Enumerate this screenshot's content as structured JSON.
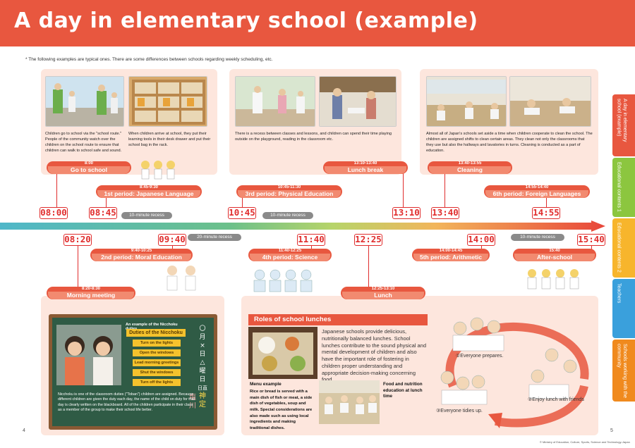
{
  "title": "A day in elementary school (example)",
  "note": "* The following examples are typical ones. There are some differences between schools regarding weekly scheduling, etc.",
  "panels": {
    "p1a": "Children go to school via the \"school route.\" People of the community watch over the children on the school route to ensure that children can walk to school safe and sound.",
    "p1b": "When children arrive at school, they put their learning tools in their desk drawer and put their school bag in the rack.",
    "p2": "There is a recess between classes and lessons, and children can spend their time playing outside on the playground, reading in the classroom etc.",
    "p3": "Almost all of Japan's schools set aside a time when children cooperate to clean the school. The children are assigned shifts to clean certain areas. They clean not only the classrooms that they use but also the hallways and lavatories in turns. Cleaning is conducted as a part of education."
  },
  "events": {
    "go_school": {
      "time": "8:00",
      "name": "Go to school"
    },
    "first": {
      "time": "8:45-9:30",
      "name": "1st period: Japanese Language"
    },
    "third": {
      "time": "10:45-11:30",
      "name": "3rd period: Physical Education"
    },
    "lunch_break": {
      "time": "13:10-13:40",
      "name": "Lunch break"
    },
    "cleaning": {
      "time": "13:40-13:55",
      "name": "Cleaning"
    },
    "sixth": {
      "time": "14:55-14:40",
      "name": "6th period: Foreign Languages"
    },
    "second": {
      "time": "9:40-10:25",
      "name": "2nd period: Moral Education"
    },
    "fourth": {
      "time": "11:40-12:25",
      "name": "4th period: Science"
    },
    "fifth": {
      "time": "14:00-14:45",
      "name": "5th period: Arithmetic"
    },
    "after": {
      "time": "15:40",
      "name": "After-school"
    },
    "morning": {
      "time": "8:20-8:30",
      "name": "Morning meeting"
    },
    "lunch": {
      "time": "12:25-13:10",
      "name": "Lunch"
    }
  },
  "clocks": {
    "c0800": "08:00",
    "c0845": "08:45",
    "c1045": "10:45",
    "c1310": "13:10",
    "c1340": "13:40",
    "c1455": "14:55",
    "c0820": "08:20",
    "c0940": "09:40",
    "c1140": "11:40",
    "c1225": "12:25",
    "c1400": "14:00",
    "c1540": "15:40"
  },
  "recess": {
    "r1": "10-minute recess",
    "r2": "10-minute recess",
    "r3": "20-minute recess",
    "r4": "10-minute recess"
  },
  "duties": {
    "caption": "An example of the Nicchoku duties",
    "title": "Duties of the Nicchoku",
    "items": [
      "Turn on the lights",
      "Open the windows",
      "Lead morning greetings",
      "Shut the windows",
      "Turn off the lights"
    ],
    "kanji": [
      "〇",
      "月",
      "×",
      "日",
      "△",
      "曜",
      "日",
      "日直",
      "塩",
      "川",
      "神",
      "定"
    ],
    "text": "Nicchoku is one of the classroom duties (\"Toban\") children are assigned. Because different children are given the duty each day, the name of the child on duty for that day is clearly written on the blackboard. All of the children participate in their class as a member of the group to make their school life better."
  },
  "lunch_box": {
    "title": "Roles of school lunches",
    "text": "Japanese schools provide delicious, nutritionally balanced lunches. School lunches contribute to the sound physical and mental development of children and also have the important role of fostering in children proper understanding and appropriate decision-making concerning food.",
    "menu_head": "Menu example",
    "menu_text": "Rice or bread is served with a main dish of fish or meat, a side dish of vegetables, soup and milk. Special considerations are also made such as using local ingredients and making traditional dishes.",
    "nutrition": "Food and nutrition education at lunch time",
    "steps": [
      "①Everyone prepares.",
      "②Enjoy lunch with friends",
      "③Everyone tidies up."
    ]
  },
  "tabs": [
    {
      "label": "A day in elementary school (example)",
      "color": "#e8573f"
    },
    {
      "label": "Educational contents 1",
      "color": "#8cc63f"
    },
    {
      "label": "Educational contents 2",
      "color": "#f7b52c"
    },
    {
      "label": "Teachers",
      "color": "#3aa0dc"
    },
    {
      "label": "Schools working with the community",
      "color": "#f08a1e"
    }
  ],
  "pages": {
    "left": "4",
    "right": "5"
  },
  "copyright": "© Ministry of Education, Culture, Sports, Science and Technology-Japan",
  "colors": {
    "accent": "#e8573f",
    "panel": "#fde6dd",
    "clock": "#e02d2d"
  }
}
